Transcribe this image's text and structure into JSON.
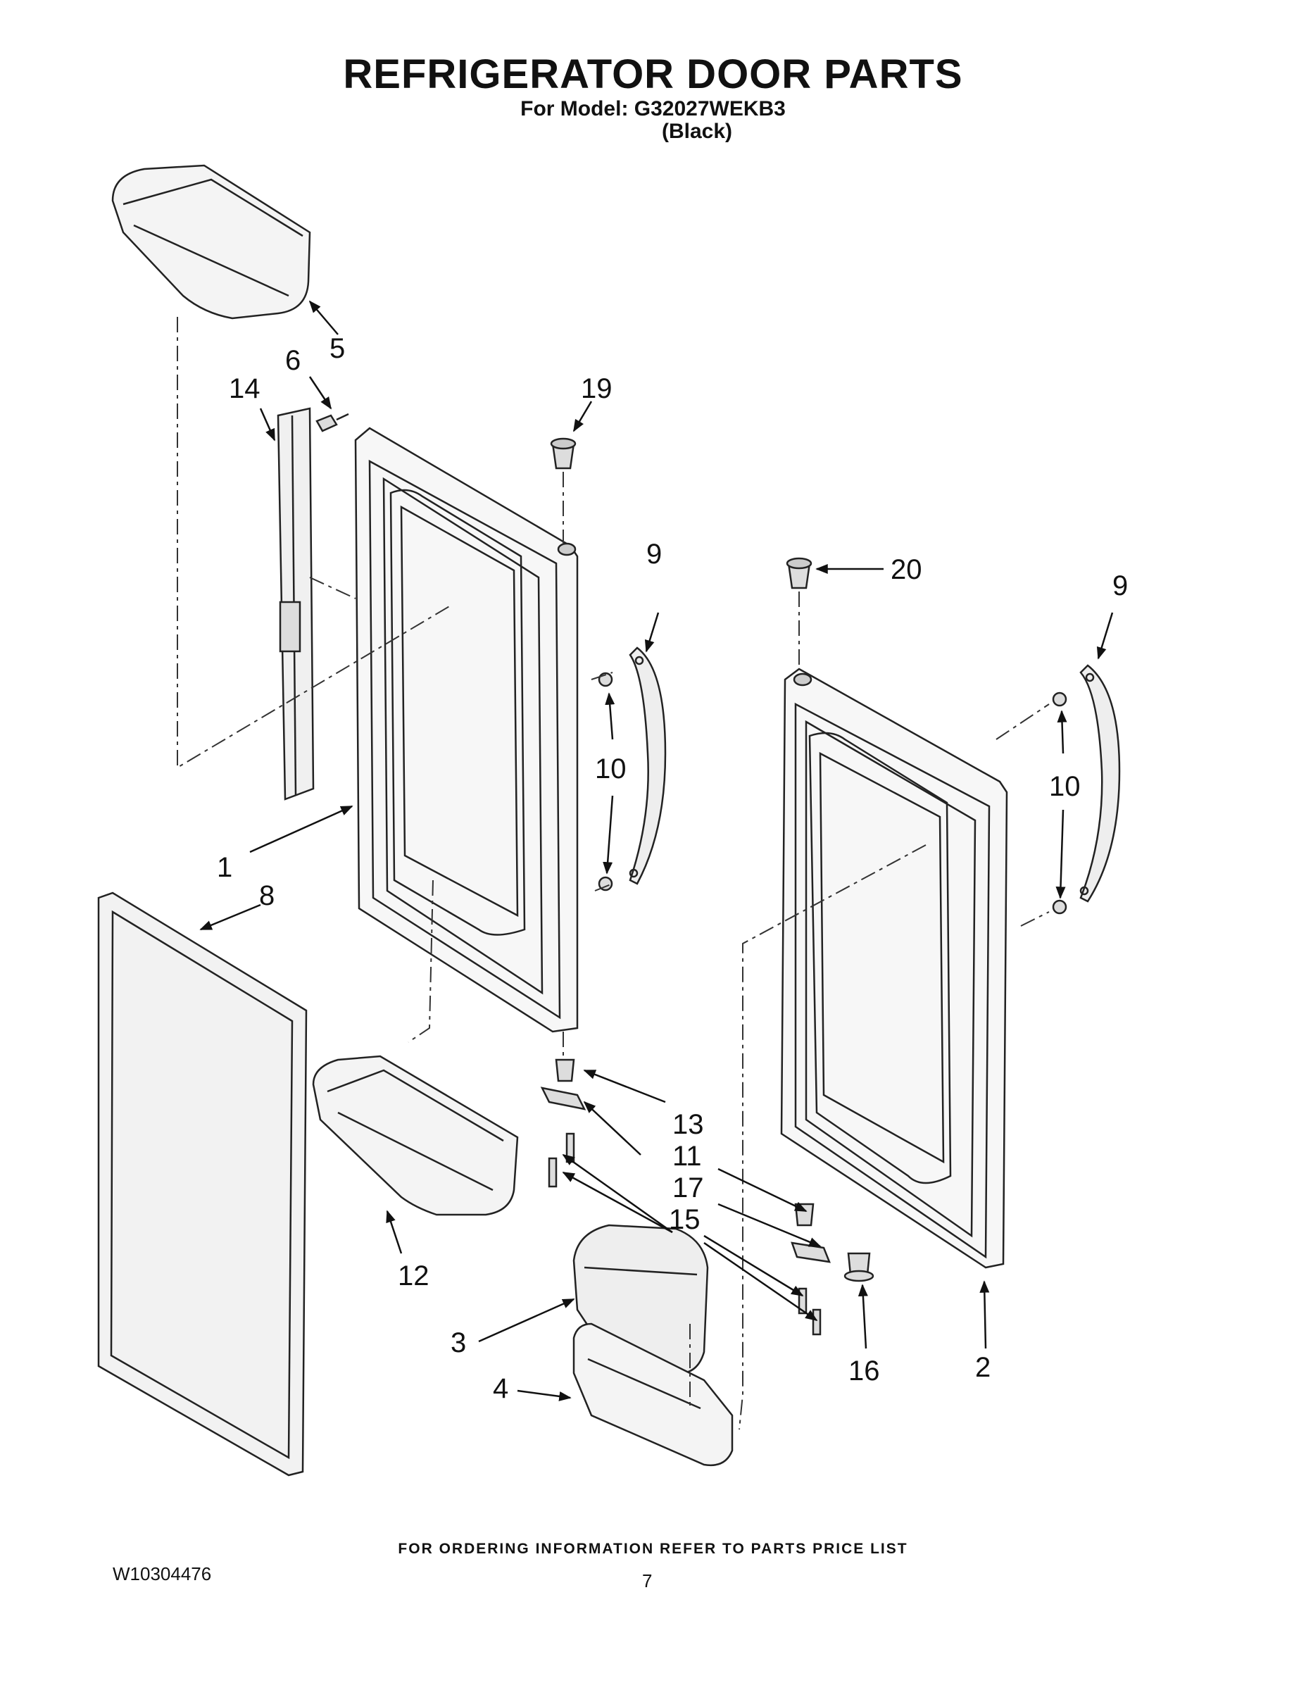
{
  "header": {
    "title": "REFRIGERATOR DOOR PARTS",
    "model_line": "For Model: G32027WEKB3",
    "color_line": "(Black)"
  },
  "callouts": {
    "p1": "1",
    "p2": "2",
    "p3": "3",
    "p4": "4",
    "p5": "5",
    "p6": "6",
    "p8": "8",
    "p9a": "9",
    "p9b": "9",
    "p10a": "10",
    "p10b": "10",
    "p11": "11",
    "p12": "12",
    "p13": "13",
    "p14": "14",
    "p15": "15",
    "p16": "16",
    "p17": "17",
    "p19": "19",
    "p20": "20"
  },
  "footer": {
    "ordering_note": "FOR ORDERING INFORMATION REFER TO PARTS PRICE LIST",
    "doc_number": "W10304476",
    "page_number": "7"
  }
}
